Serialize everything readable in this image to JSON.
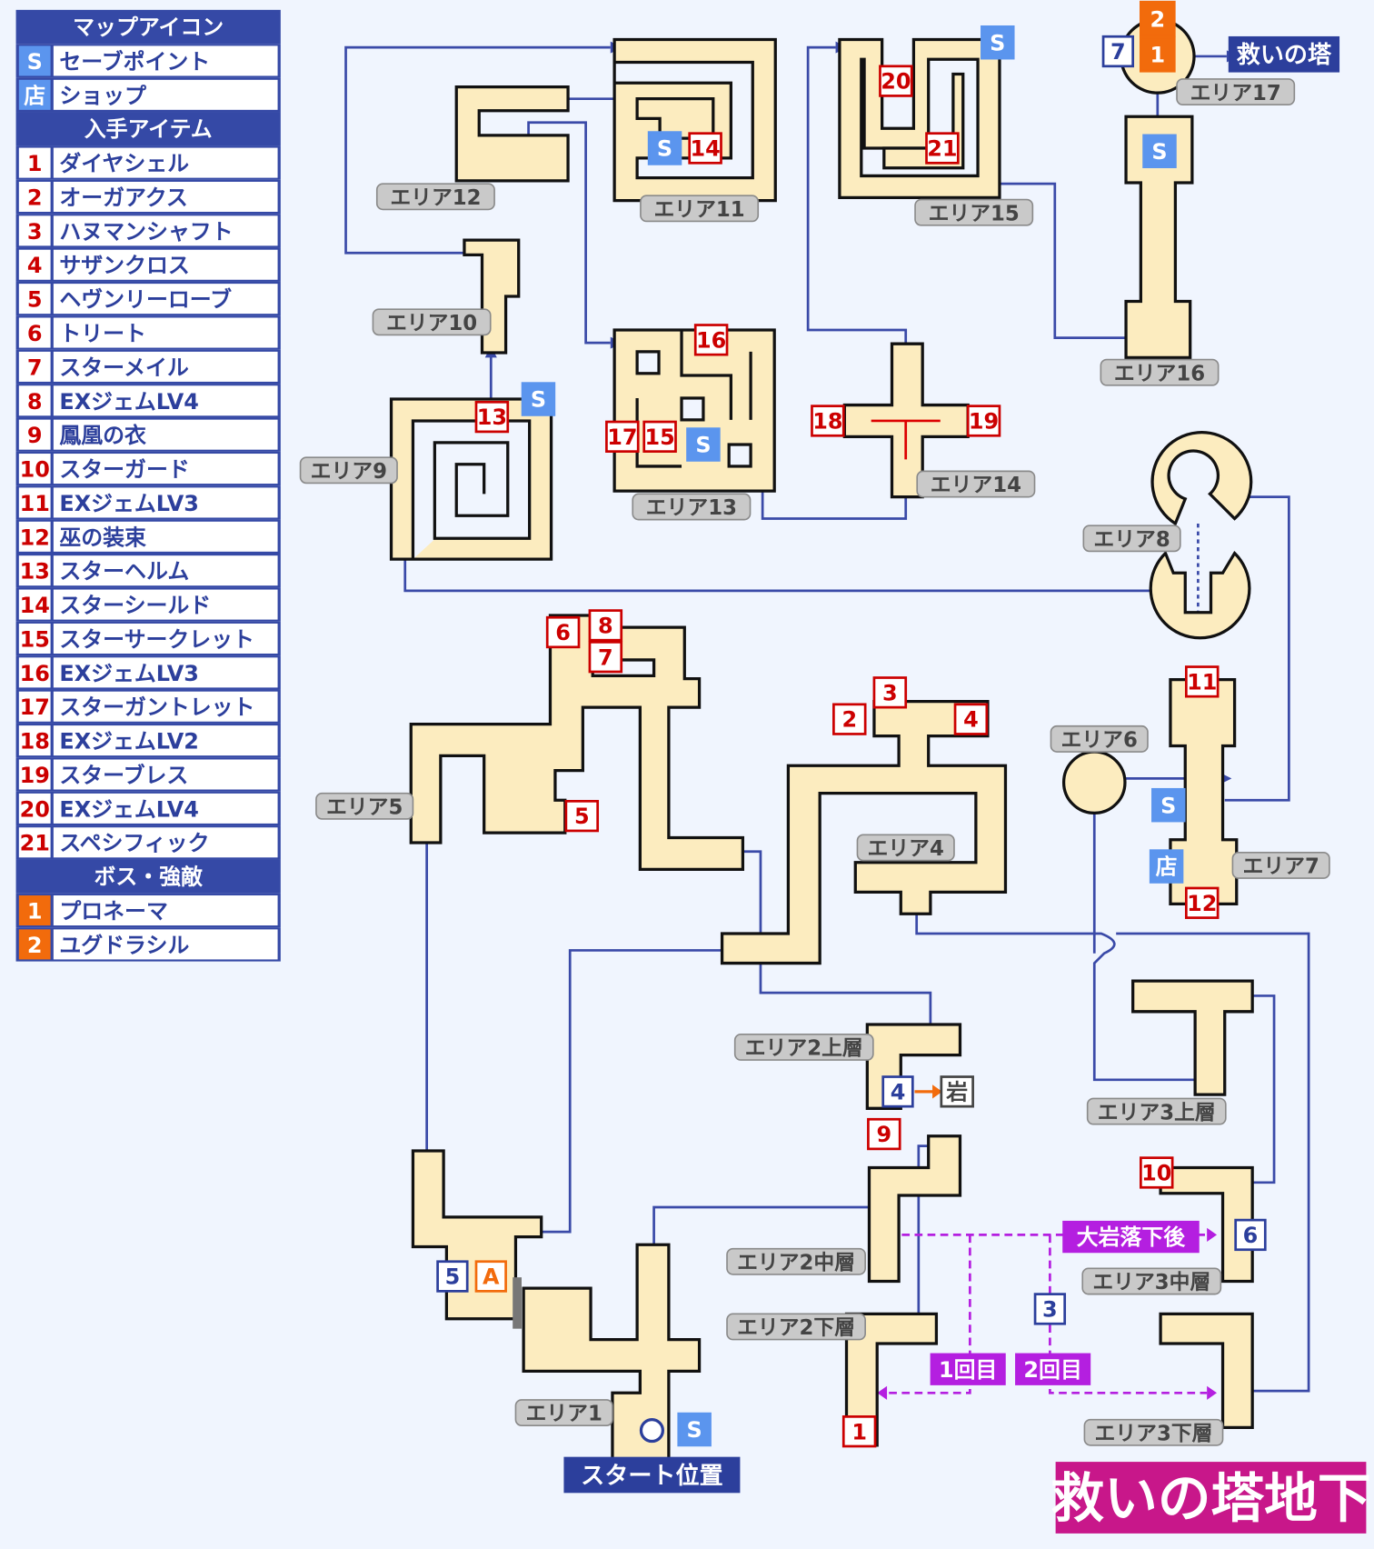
{
  "colors": {
    "background": "#f0f5fe",
    "room": "#fcecbf",
    "route": "#3a4aa8",
    "legend": "#3549a6",
    "save": "#5b95ee",
    "item": "#cc0000",
    "boss": "#f26b0c",
    "event": "#b41fe0",
    "title": "#c8178a"
  },
  "legend": {
    "map_icons_title": "マップアイコン",
    "save_icon": "S",
    "save_label": "セーブポイント",
    "shop_icon": "店",
    "shop_label": "ショップ",
    "items_title": "入手アイテム",
    "items": [
      {
        "num": "1",
        "name": "ダイヤシェル"
      },
      {
        "num": "2",
        "name": "オーガアクス"
      },
      {
        "num": "3",
        "name": "ハヌマンシャフト"
      },
      {
        "num": "4",
        "name": "サザンクロス"
      },
      {
        "num": "5",
        "name": "ヘヴンリーローブ"
      },
      {
        "num": "6",
        "name": "トリート"
      },
      {
        "num": "7",
        "name": "スターメイル"
      },
      {
        "num": "8",
        "name": "EXジェムLV4"
      },
      {
        "num": "9",
        "name": "鳳凰の衣"
      },
      {
        "num": "10",
        "name": "スターガード"
      },
      {
        "num": "11",
        "name": "EXジェムLV3"
      },
      {
        "num": "12",
        "name": "巫の装束"
      },
      {
        "num": "13",
        "name": "スターヘルム"
      },
      {
        "num": "14",
        "name": "スターシールド"
      },
      {
        "num": "15",
        "name": "スターサークレット"
      },
      {
        "num": "16",
        "name": "EXジェムLV3"
      },
      {
        "num": "17",
        "name": "スターガントレット"
      },
      {
        "num": "18",
        "name": "EXジェムLV2"
      },
      {
        "num": "19",
        "name": "スターブレス"
      },
      {
        "num": "20",
        "name": "EXジェムLV4"
      },
      {
        "num": "21",
        "name": "スペシフィック"
      }
    ],
    "boss_title": "ボス・強敵",
    "bosses": [
      {
        "num": "1",
        "name": "プロネーマ"
      },
      {
        "num": "2",
        "name": "ユグドラシル"
      }
    ]
  },
  "map": {
    "title": "救いの塔地下",
    "areas": {
      "a1": "エリア1",
      "a2u": "エリア2上層",
      "a2m": "エリア2中層",
      "a2l": "エリア2下層",
      "a3u": "エリア3上層",
      "a3m": "エリア3中層",
      "a3l": "エリア3下層",
      "a4": "エリア4",
      "a5": "エリア5",
      "a6": "エリア6",
      "a7": "エリア7",
      "a8": "エリア8",
      "a9": "エリア9",
      "a10": "エリア10",
      "a11": "エリア11",
      "a12": "エリア12",
      "a13": "エリア13",
      "a14": "エリア14",
      "a15": "エリア15",
      "a16": "エリア16",
      "a17": "エリア17"
    },
    "items": {
      "i1": "1",
      "i2": "2",
      "i3": "3",
      "i4": "4",
      "i5": "5",
      "i6": "6",
      "i7": "7",
      "i8": "8",
      "i9": "9",
      "i10": "10",
      "i11": "11",
      "i12": "12",
      "i13": "13",
      "i14": "14",
      "i15": "15",
      "i16": "16",
      "i17": "17",
      "i18": "18",
      "i19": "19",
      "i20": "20",
      "i21": "21"
    },
    "events": {
      "e3": "3",
      "e4": "4",
      "e5": "5",
      "e6": "6",
      "e7": "7"
    },
    "bosses": {
      "b1": "1",
      "b2": "2"
    },
    "save": "S",
    "shop": "店",
    "point_a": "A",
    "rock": "岩",
    "exit_label": "救いの塔",
    "start_label": "スタート位置",
    "after_rock": "大岩落下後",
    "first_time": "1回目",
    "second_time": "2回目"
  }
}
